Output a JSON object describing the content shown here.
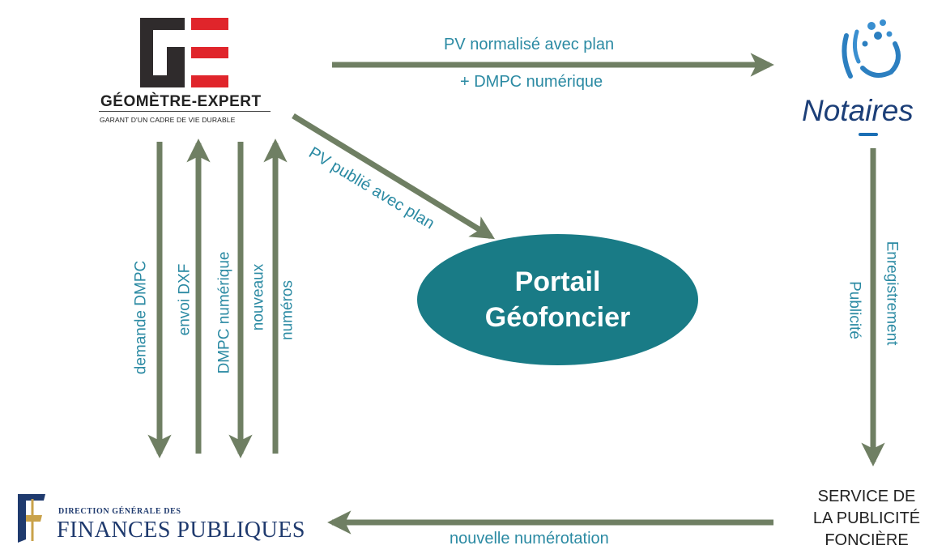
{
  "logos": {
    "geometre_title": "GÉOMÈTRE-EXPERT",
    "geometre_subtitle": "GARANT D'UN CADRE DE VIE DURABLE",
    "notaires": "Notaires",
    "dgfip_small": "DIRECTION GÉNÉRALE DES",
    "dgfip_big": "FINANCES PUBLIQUES",
    "dgfip_monogram": "F"
  },
  "nodes": {
    "portal_line1": "Portail",
    "portal_line2": "Géofoncier",
    "spf_line1": "SERVICE DE",
    "spf_line2": "LA PUBLICITÉ",
    "spf_line3": "FONCIÈRE"
  },
  "edges": {
    "ge_to_notaires_line1": "PV normalisé avec plan",
    "ge_to_notaires_line2": "+ DMPC numérique",
    "ge_to_portal": "PV publié avec plan",
    "demande": "demande DMPC",
    "envoi": "envoi DXF",
    "dmpc_num": "DMPC numérique",
    "nouveaux_1": "nouveaux",
    "nouveaux_2": "numéros",
    "enregistrement": "Enregistrement",
    "publicite": "Publicité",
    "numerotation": "nouvelle numérotation"
  },
  "colors": {
    "arrow": "#6f7f63",
    "label": "#2b8aa3",
    "portal": "#197b86",
    "brand_red": "#e0252b",
    "brand_dark": "#2f2b2c",
    "navy": "#1f3a6e"
  }
}
